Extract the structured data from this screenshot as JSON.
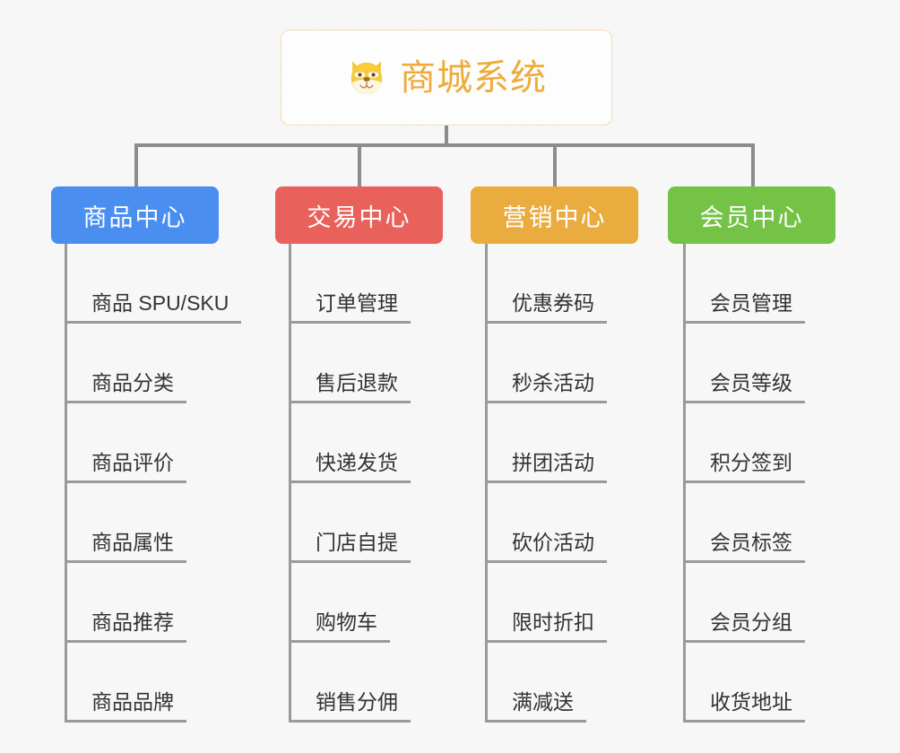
{
  "canvas": {
    "background": "#f7f7f7",
    "line_color": "#8c8c8c",
    "leaf_line_color": "#9a9a9a",
    "leaf_text_color": "#333333"
  },
  "root": {
    "title": "商城系统",
    "icon": "shiba-dog-face-icon",
    "text_color": "#eeab3c",
    "border_color": "#edbc62",
    "background": "#fdfdfd"
  },
  "branches": [
    {
      "label": "商品中心",
      "color": "#4a8ef0",
      "items": [
        "商品 SPU/SKU",
        "商品分类",
        "商品评价",
        "商品属性",
        "商品推荐",
        "商品品牌"
      ]
    },
    {
      "label": "交易中心",
      "color": "#e8615a",
      "items": [
        "订单管理",
        "售后退款",
        "快递发货",
        "门店自提",
        "购物车",
        "销售分佣"
      ]
    },
    {
      "label": "营销中心",
      "color": "#eaac3f",
      "items": [
        "优惠券码",
        "秒杀活动",
        "拼团活动",
        "砍价活动",
        "限时折扣",
        "满减送"
      ]
    },
    {
      "label": "会员中心",
      "color": "#74c246",
      "items": [
        "会员管理",
        "会员等级",
        "积分签到",
        "会员标签",
        "会员分组",
        "收货地址"
      ]
    }
  ]
}
